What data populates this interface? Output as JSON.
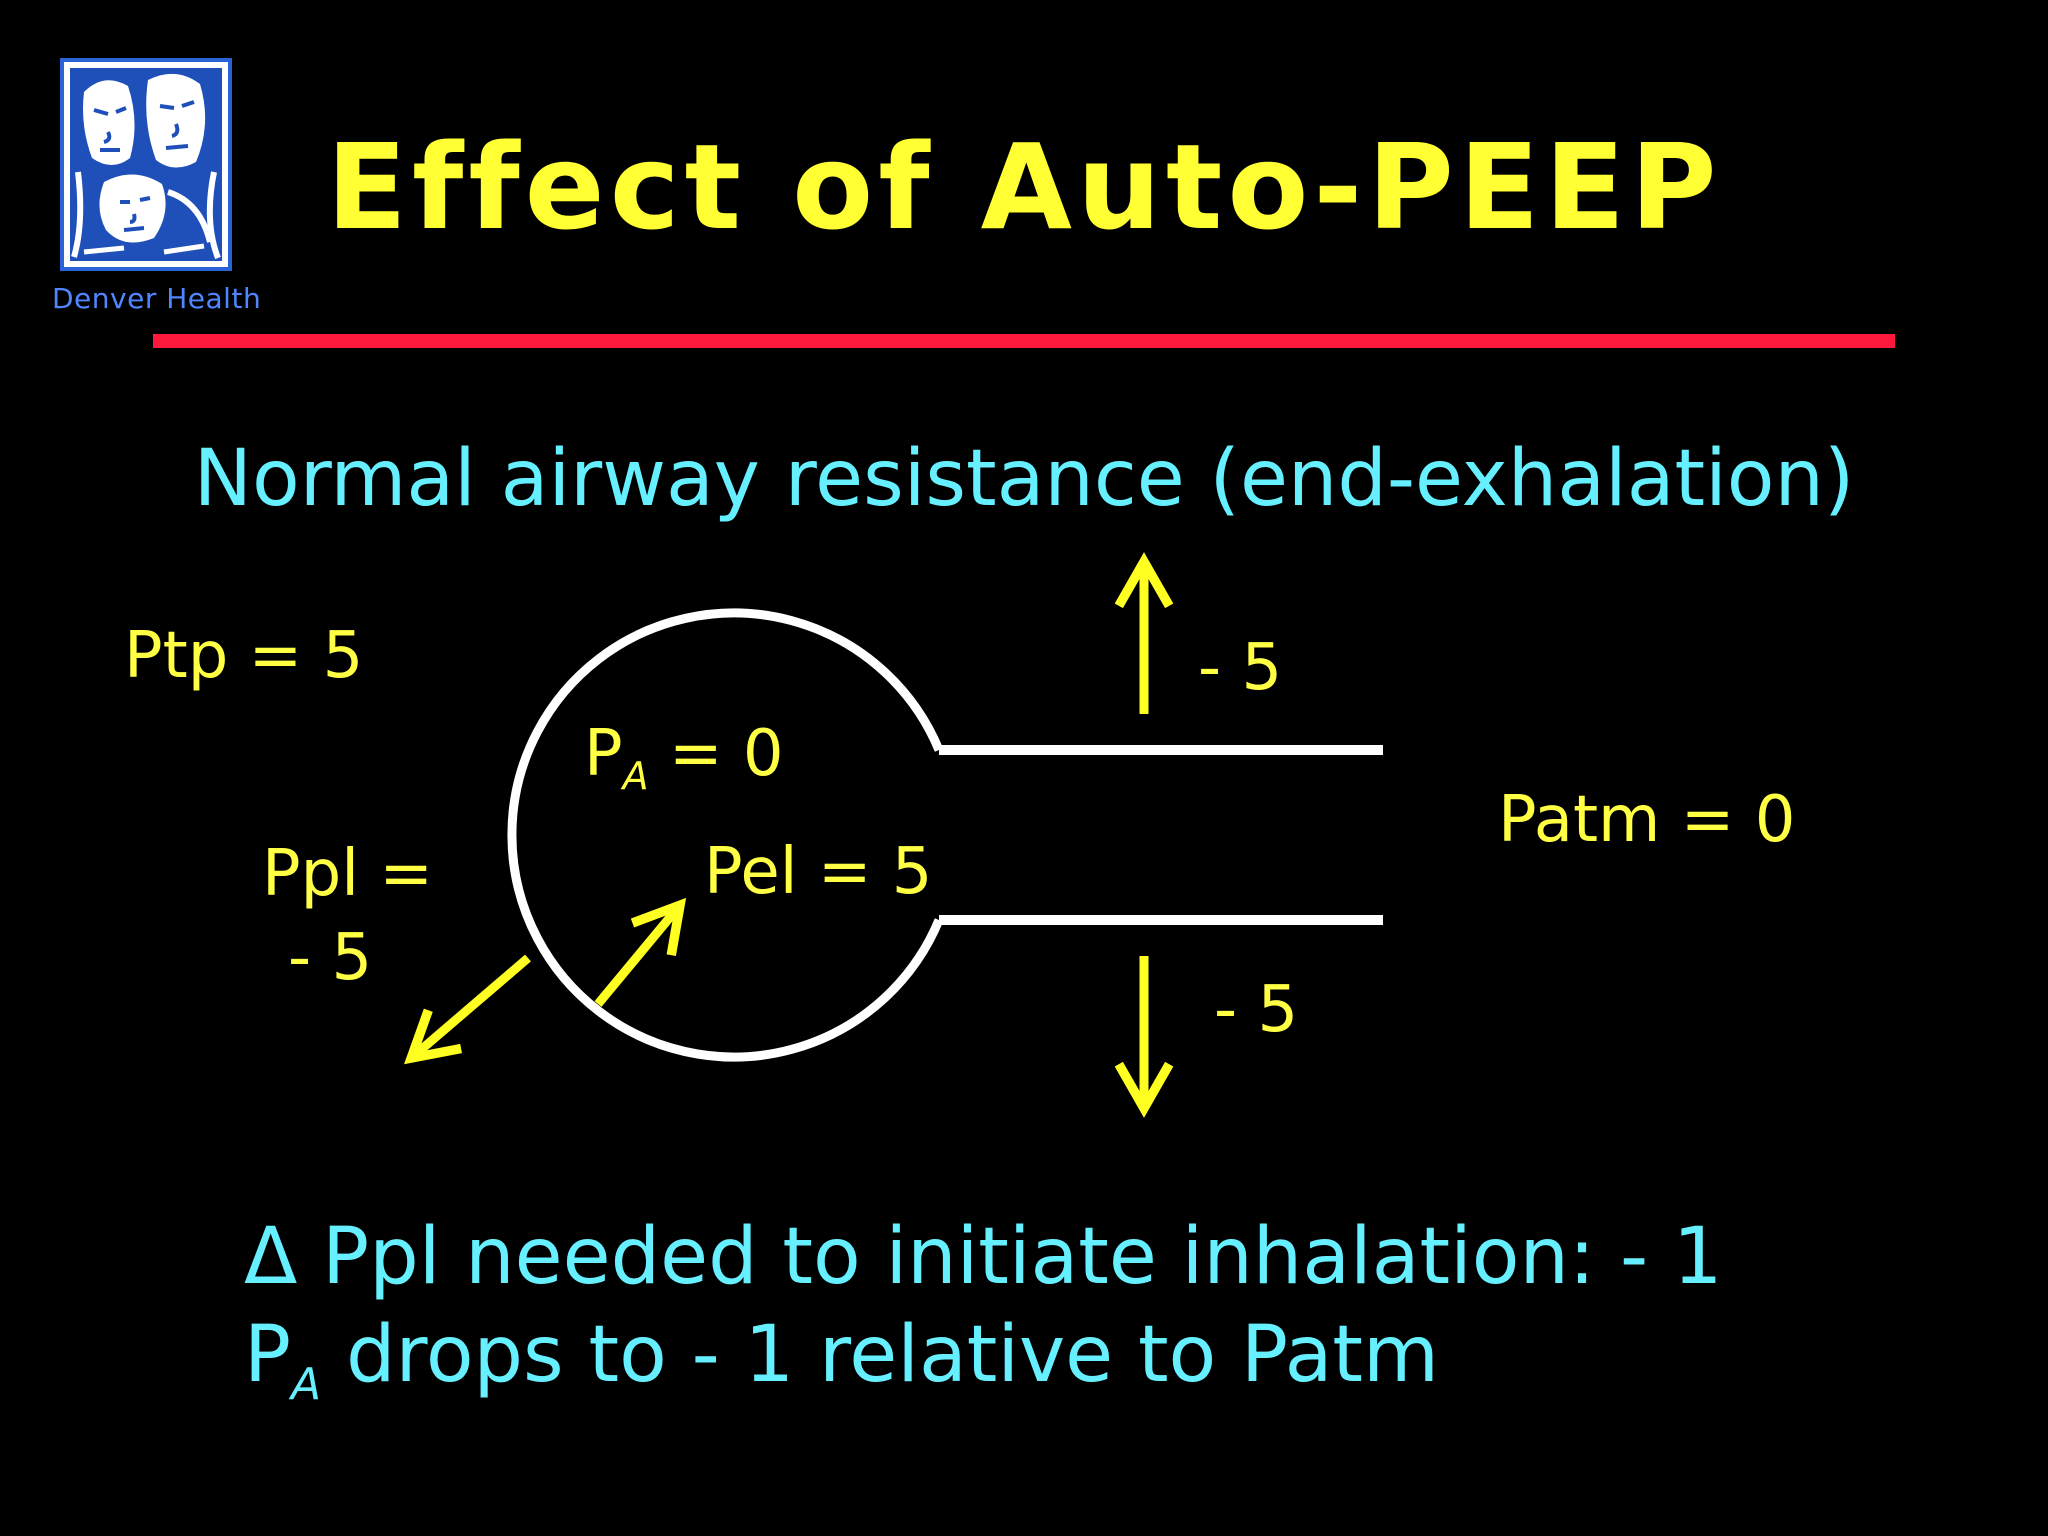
{
  "logo": {
    "caption": "Denver Health",
    "icon": "family-logo-icon"
  },
  "slide": {
    "title": "Effect of Auto-PEEP",
    "subtitle": "Normal airway resistance (end-exhalation)"
  },
  "diagram": {
    "ptp": "Ptp = 5",
    "pa_main": "P",
    "pa_sub": "A",
    "pa_value": " = 0",
    "pel": "Pel = 5",
    "ppl_line1": "Ppl =",
    "ppl_line2": "- 5",
    "patm": "Patm = 0",
    "up_value": "- 5",
    "down_value": "- 5"
  },
  "notes": {
    "line1_symbol": "Δ",
    "line1_text": " Ppl needed to initiate inhalation: - 1",
    "line2_main": "P",
    "line2_sub": "A",
    "line2_text": " drops to - 1 relative to Patm"
  },
  "colors": {
    "background": "#000000",
    "title": "#ffff33",
    "rule": "#ff1a3d",
    "subtitle": "#66f0ff",
    "labels": "#ffff44",
    "diagram_lines": "#ffffff",
    "arrows": "#ffff22",
    "logo_border": "#2a63d6",
    "logo_caption": "#4f86ff"
  }
}
